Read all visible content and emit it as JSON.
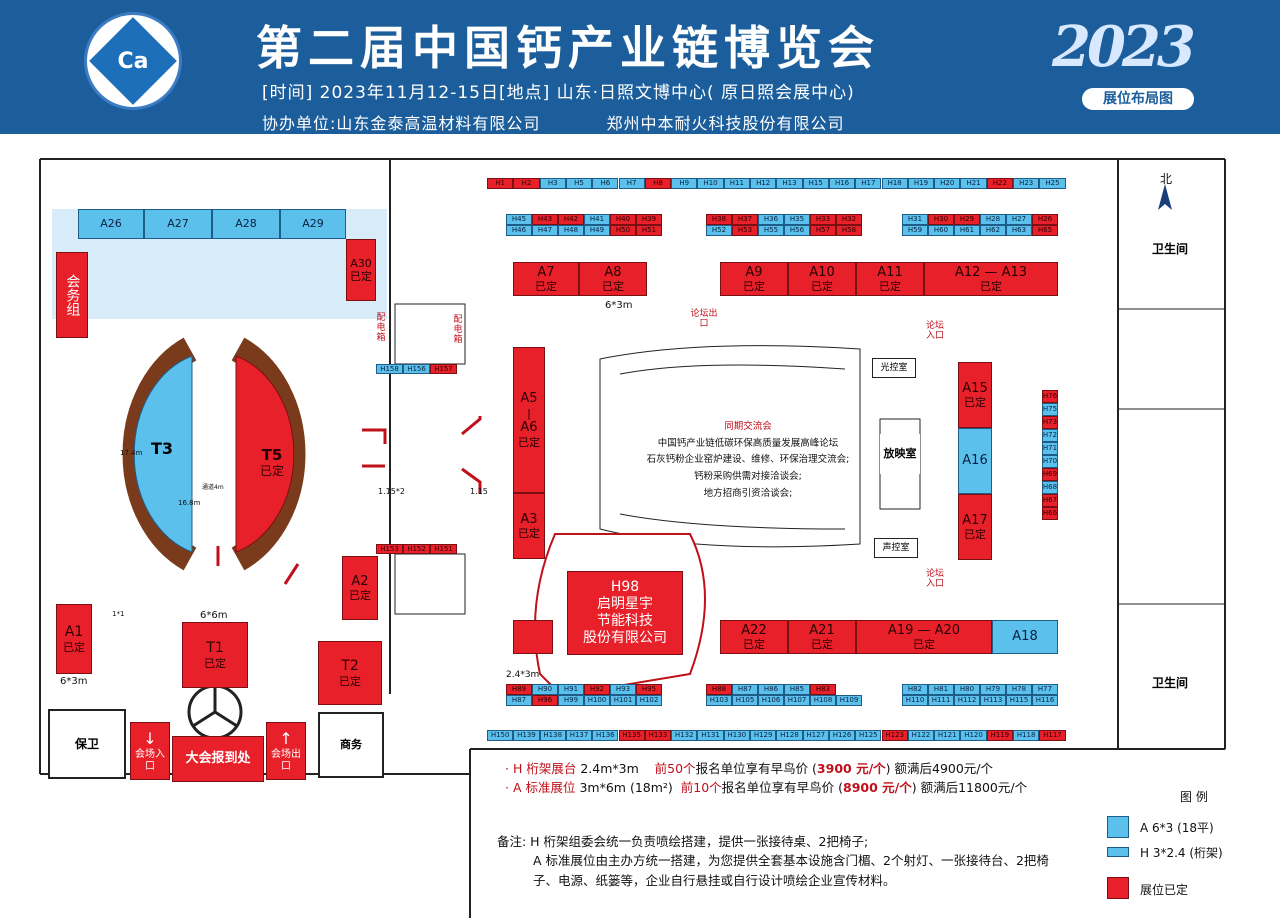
{
  "header": {
    "title": "第二届中国钙产业链博览会",
    "info_line": "[时间] 2023年11月12-15日[地点]  山东·日照文博中心( 原日照会展中心)",
    "co_label": "协办单位:山东金泰高温材料有限公司",
    "co_2": "郑州中本耐火科技股份有限公司",
    "year": "2023",
    "year_badge": "展位布局图",
    "logo_text": "Ca"
  },
  "compass": "北",
  "rooms": {
    "restroom_top": "卫生间",
    "restroom_bottom": "卫生间",
    "guard": "保卫",
    "business": "商务",
    "service_group": "会务组",
    "light_control": "光控室",
    "projection": "放映室",
    "sound_control": "声控室",
    "power_room": "配电箱",
    "power_room2": "配电箱",
    "forum_exit": "论坛出口",
    "forum_entry_top": "论坛入口",
    "forum_entry_bottom": "论坛入口",
    "entry": "会场入口",
    "exit": "会场出口",
    "registration": "大会报到处",
    "aisle": "通道4m"
  },
  "booths_left": {
    "A26": "A26",
    "A27": "A27",
    "A28": "A28",
    "A29": "A29",
    "A30": "A30",
    "A1": "A1",
    "A2": "A2",
    "T1": "T1",
    "T2": "T2",
    "T3": "T3",
    "T5": "T5",
    "booked": "已定",
    "size_6x3": "6*3m",
    "size_6x6": "6*6m",
    "size_115": "1.15*2",
    "size_115b": "1.15",
    "size_1x1": "1*1",
    "t3_dim1": "17.4m",
    "t3_dim2": "16.8m"
  },
  "booths_main": {
    "A7": "A7",
    "A8": "A8",
    "A9": "A9",
    "A10": "A10",
    "A11": "A11",
    "A12": "A12 — A13",
    "A5": "A5",
    "A5_dash": "|",
    "A6": "A6",
    "A3": "A3",
    "A15": "A15",
    "A16": "A16",
    "A17": "A17",
    "A22": "A22",
    "A21": "A21",
    "A19": "A19 — A20",
    "A18": "A18",
    "size_6x3": "6*3m",
    "size_24x3": "2.4*3m"
  },
  "forum": {
    "title": "同期交流会",
    "lines": [
      "中国钙产业链低碳环保高质量发展高峰论坛",
      "石灰钙粉企业窑炉建设、维修、环保治理交流会;",
      "钙粉采购供需对接洽谈会;",
      "地方招商引资洽谈会;"
    ]
  },
  "callout": {
    "booth": "H98",
    "line1": "启明星宇",
    "line2": "节能科技",
    "line3": "股份有限公司"
  },
  "h_rows": {
    "top_row": [
      "H1",
      "H2",
      "H3",
      "H5",
      "H6",
      "H7",
      "H8",
      "H9",
      "H10",
      "H11",
      "H12",
      "H13",
      "H15",
      "H16",
      "H17",
      "H18",
      "H19",
      "H20",
      "H21",
      "H22",
      "H23",
      "H25"
    ],
    "r2a_top": [
      "H45",
      "H43",
      "H42",
      "H41",
      "H40",
      "H39"
    ],
    "r2a_bot": [
      "H46",
      "H47",
      "H48",
      "H49",
      "H50",
      "H51"
    ],
    "r2b_top": [
      "H38",
      "H37",
      "H36",
      "H35",
      "H33",
      "H32"
    ],
    "r2b_bot": [
      "H52",
      "H53",
      "H55",
      "H56",
      "H57",
      "H58"
    ],
    "r2c_top": [
      "H31",
      "H30",
      "H29",
      "H28",
      "H27",
      "H26"
    ],
    "r2c_bot": [
      "H59",
      "H60",
      "H61",
      "H62",
      "H63",
      "H65"
    ],
    "r3a_top": [
      "H89",
      "H90",
      "H91",
      "H92",
      "H93",
      "H95"
    ],
    "r3a_bot": [
      "H87",
      "H96",
      "H99",
      "H100",
      "H101",
      "H102"
    ],
    "r3b_top": [
      "H88",
      "H87",
      "H86",
      "H85",
      "H83"
    ],
    "r3b_bot": [
      "H103",
      "H105",
      "H106",
      "H107",
      "H108",
      "H109"
    ],
    "r3c_top": [
      "H82",
      "H81",
      "H80",
      "H79",
      "H78",
      "H77"
    ],
    "r3c_bot": [
      "H110",
      "H111",
      "H112",
      "H113",
      "H115",
      "H116"
    ],
    "bottom_row": [
      "H150",
      "H139",
      "H138",
      "H137",
      "H136",
      "H135",
      "H133",
      "H132",
      "H131",
      "H130",
      "H129",
      "H128",
      "H127",
      "H126",
      "H125",
      "H123",
      "H122",
      "H121",
      "H120",
      "H119",
      "H118",
      "H117"
    ],
    "left_small": [
      "H158",
      "H156",
      "H157"
    ],
    "left_small2": [
      "H153",
      "H152",
      "H151"
    ],
    "right_col": [
      "H76",
      "H75",
      "H73",
      "H72",
      "H71",
      "H70",
      "H69",
      "H68",
      "H67",
      "H66"
    ]
  },
  "legend": {
    "title": "图  例",
    "a_label": "A 6*3 (18平)",
    "h_label": "H 3*2.4 (桁架)",
    "booked_label": "展位已定",
    "colors": {
      "booked": "#e8202a",
      "available": "#5bc0ec"
    }
  },
  "pricing": {
    "h_name": "· H 桁架展台",
    "h_size": "2.4m*3m",
    "h_text1": "前50个",
    "h_text2": "报名单位享有早鸟价 (",
    "h_price": "3900 元/个",
    "h_text3": ") 额满后4900元/个",
    "a_name": "· A 标准展位",
    "a_size": "3m*6m (18m²)",
    "a_text1": "前10个",
    "a_text2": "报名单位享有早鸟价 (",
    "a_price": "8900 元/个",
    "a_text3": ") 额满后11800元/个"
  },
  "notes": {
    "line1": "备注: H 桁架组委会统一负责喷绘搭建，提供一张接待桌、2把椅子;",
    "line2": "A 标准展位由主办方统一搭建，为您提供全套基本设施含门楣、2个射灯、一张接待台、2把椅",
    "line3": "子、电源、纸篓等，企业自行悬挂或自行设计喷绘企业宣传材料。"
  }
}
